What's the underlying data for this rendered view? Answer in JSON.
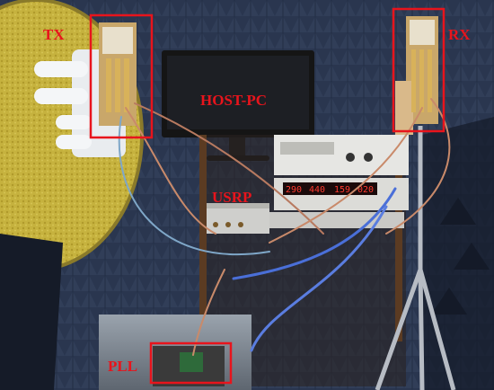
{
  "labels": {
    "tx": "TX",
    "rx": "RX",
    "host_pc": "HOST-PC",
    "usrp": "USRP",
    "pll": "PLL"
  },
  "display_readout": [
    "290",
    "440",
    "159",
    "020"
  ],
  "colors": {
    "annotation": "#e8141c",
    "chamber_foam": "#2d3a52",
    "absorber_yellow": "#c9b43a"
  }
}
